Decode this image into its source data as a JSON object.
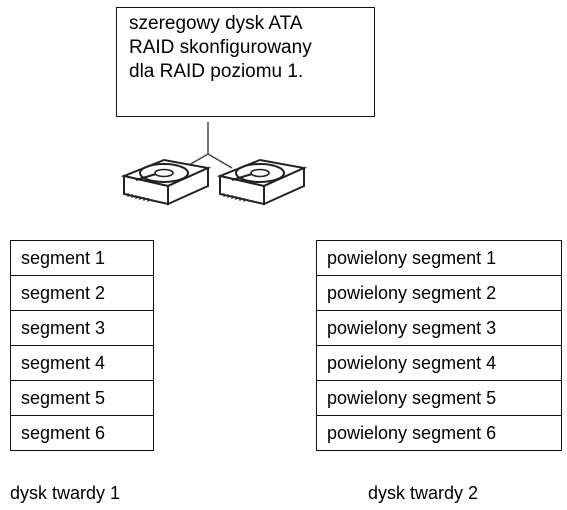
{
  "caption": {
    "lines": [
      "szeregowy dysk ATA",
      "RAID skonfigurowany",
      "dla RAID poziomu 1."
    ]
  },
  "disk_1": {
    "segments": [
      "segment 1",
      "segment 2",
      "segment 3",
      "segment 4",
      "segment 5",
      "segment 6"
    ],
    "label": "dysk twardy 1"
  },
  "disk_2": {
    "segments": [
      "powielony segment 1",
      "powielony segment 2",
      "powielony segment 3",
      "powielony segment 4",
      "powielony segment 5",
      "powielony segment 6"
    ],
    "label": "dysk twardy 2"
  },
  "icons": [
    "hard-drive-icon",
    "hard-drive-icon"
  ],
  "colors": {
    "line": "#111111",
    "drive_fill": "#ffffff",
    "drive_outline": "#222222"
  }
}
